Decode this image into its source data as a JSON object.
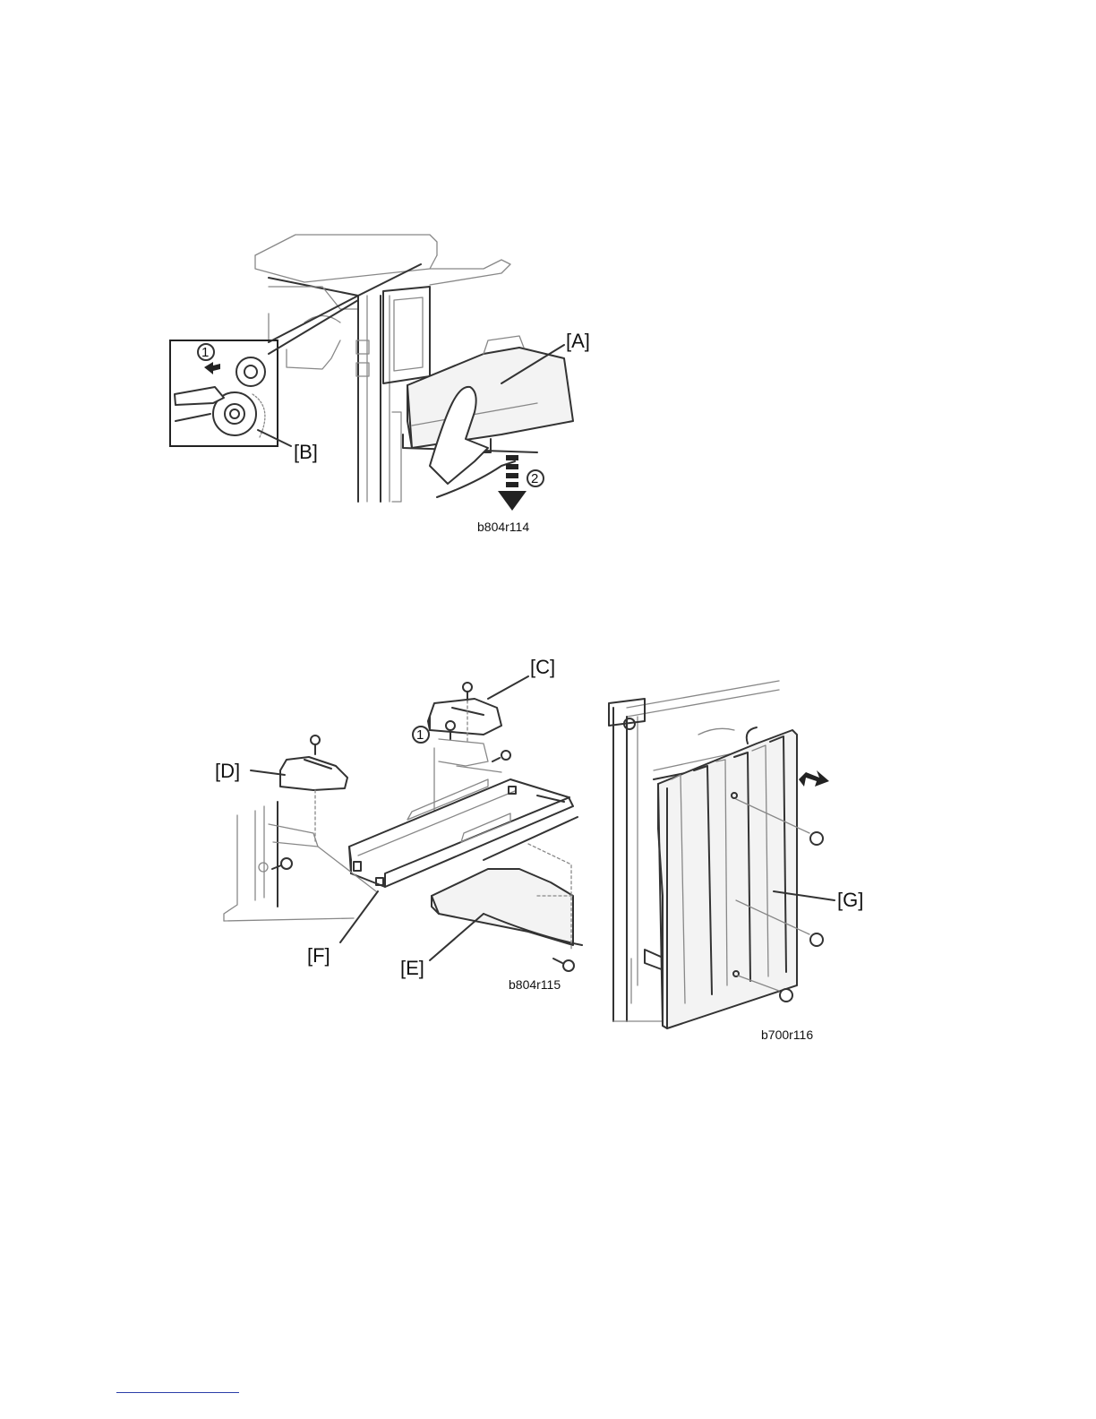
{
  "figure1": {
    "labels": {
      "a": "[A]",
      "b": "[B]"
    },
    "steps": {
      "one": "1",
      "two": "2"
    },
    "code": "b804r114"
  },
  "figure2": {
    "labels": {
      "c": "[C]",
      "d": "[D]",
      "e": "[E]",
      "f": "[F]"
    },
    "steps": {
      "one": "1"
    },
    "code": "b804r115"
  },
  "figure3": {
    "labels": {
      "g": "[G]"
    },
    "code": "b700r116"
  },
  "icons": {
    "screw": "screw-icon",
    "gear": "gear-icon",
    "arrow": "arrow-icon",
    "hand": "hand-icon"
  },
  "colors": {
    "line": "#333333",
    "footer_rule": "#2b3fa8"
  }
}
